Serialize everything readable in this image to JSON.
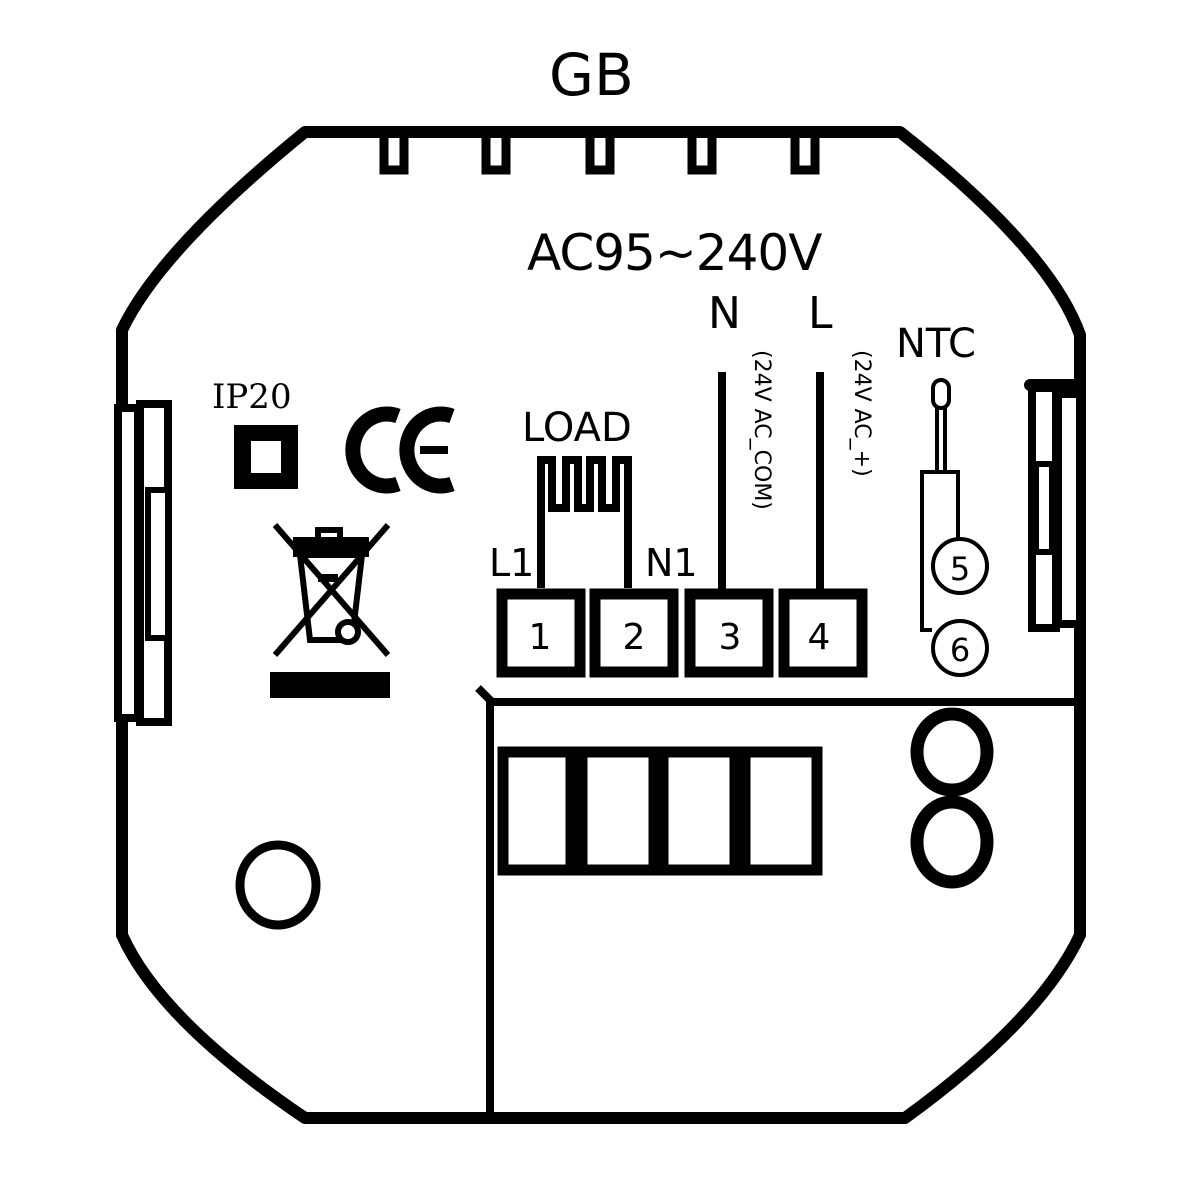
{
  "diagram": {
    "title": "GB",
    "supply_voltage": "AC95~240V",
    "supply_terminals": {
      "neutral": {
        "label": "N",
        "alt_label": "(24V AC_COM)"
      },
      "live": {
        "label": "L",
        "alt_label": "(24V AC_+)"
      }
    },
    "sensor": {
      "label": "NTC",
      "terminals": [
        "5",
        "6"
      ]
    },
    "load": {
      "label": "LOAD",
      "left_label": "L1",
      "right_label": "N1"
    },
    "terminals": [
      "1",
      "2",
      "3",
      "4"
    ],
    "certifications": {
      "ingress_protection": "IP20",
      "ce_mark": "CE",
      "weee_symbol": "crossed-out-wheelie-bin"
    },
    "colors": {
      "line": "#000000",
      "background": "#ffffff"
    }
  }
}
